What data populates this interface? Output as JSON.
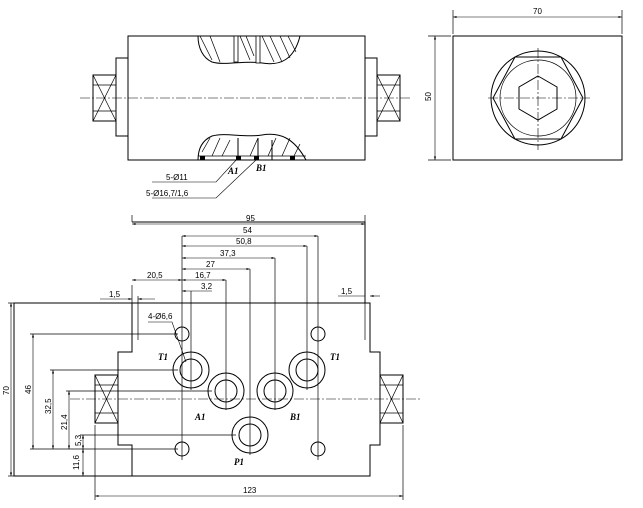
{
  "top_view": {
    "callout_ports": "5-Ø11",
    "callout_seal": "5-Ø16,7/1,6",
    "port_a": "A1",
    "port_b": "B1"
  },
  "side_view": {
    "width": "70",
    "height": "50"
  },
  "front_view": {
    "dim_95": "95",
    "dim_54": "54",
    "dim_50_8": "50,8",
    "dim_37_3": "37,3",
    "dim_27": "27",
    "dim_16_7": "16,7",
    "dim_3_2": "3,2",
    "dim_20_5": "20,5",
    "dim_1_5_left": "1,5",
    "dim_1_5_right": "1,5",
    "holes": "4-Ø6,6",
    "dim_70": "70",
    "dim_46": "46",
    "dim_32_5": "32,5",
    "dim_21_4": "21,4",
    "dim_5_3": "5,3",
    "dim_11_6": "11,6",
    "dim_123": "123",
    "port_t_left": "T1",
    "port_t_right": "T1",
    "port_a": "A1",
    "port_b": "B1",
    "port_p": "P1"
  }
}
